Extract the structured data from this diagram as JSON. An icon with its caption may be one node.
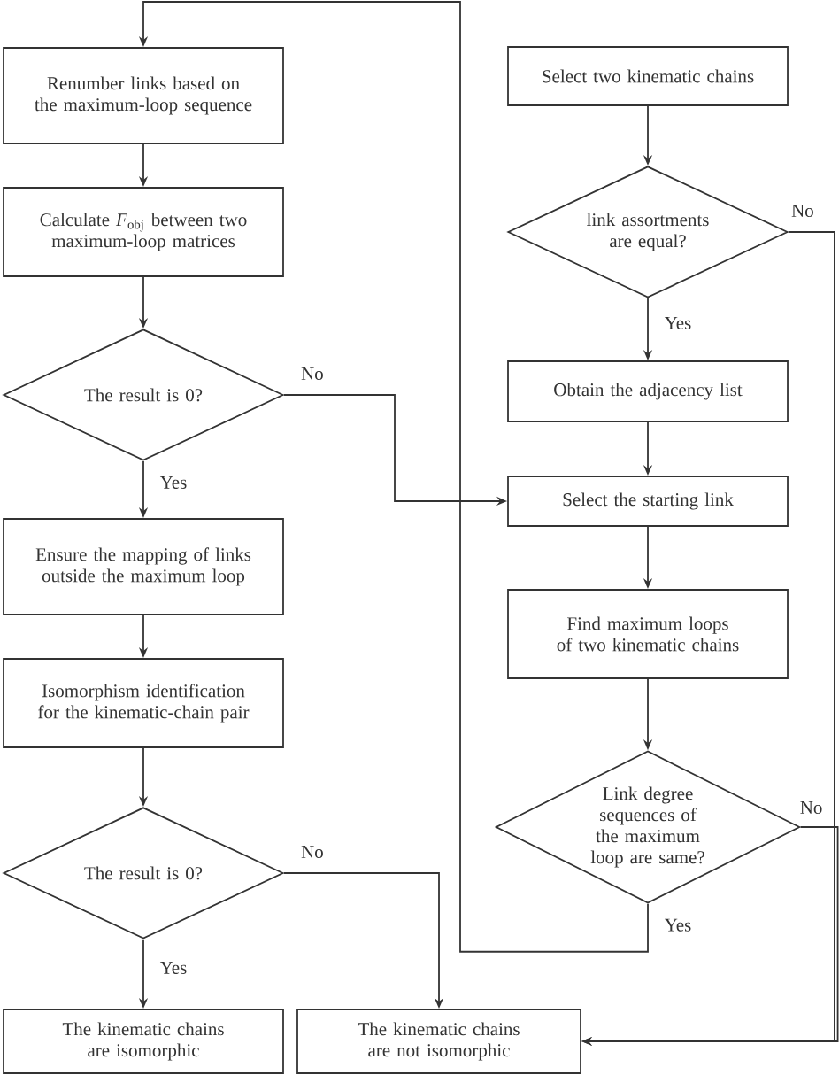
{
  "diagram": {
    "nodes": [
      {
        "text": [
          "Renumber links based on the maximum-loop sequence"
        ]
      },
      {
        "text": [
          "Calculate *F*$_{obj}$ between two maximum-loop matrices"
        ]
      },
      {
        "text": [
          "The result is 0?"
        ]
      },
      {
        "text": [
          "Ensure the mapping of links outside the maximum loop"
        ]
      },
      {
        "text": [
          "Isomorphism identification for the kinematic-chain pair"
        ]
      },
      {
        "text": [
          "The result is 0?"
        ]
      },
      {
        "text": [
          "The kinematic chains are isomorphic"
        ]
      },
      {
        "text": [
          "The kinematic chains are not isomorphic"
        ]
      },
      {
        "text": [
          "Select two kinematic chains"
        ]
      },
      {
        "text": [
          "link assortments are equal?"
        ]
      },
      {
        "text": [
          "Obtain the adjacency list"
        ]
      },
      {
        "text": [
          "Select the starting link"
        ]
      },
      {
        "text": [
          "Find maximum loops of two kinematic chains"
        ]
      },
      {
        "text": [
          "Link degree sequences of the maximum loop are same?"
        ]
      }
    ],
    "edges": [
      {
        "from": 0,
        "to": 1,
        "arrow": "to"
      },
      {
        "from": 1,
        "to": 2,
        "arrow": "to"
      },
      {
        "from": 2,
        "to": 3,
        "arrow": "to",
        "label": "Yes"
      },
      {
        "from": 3,
        "to": 4,
        "arrow": "to"
      },
      {
        "from": 4,
        "to": 5,
        "arrow": "to"
      },
      {
        "from": 5,
        "to": 6,
        "arrow": "to",
        "label": "Yes"
      },
      {
        "from": 5,
        "to": 7,
        "arrow": "to",
        "label": "No"
      },
      {
        "from": 8,
        "to": 9,
        "arrow": "to"
      },
      {
        "from": 9,
        "to": 10,
        "arrow": "to",
        "label": "Yes"
      },
      {
        "from": 10,
        "to": 11,
        "arrow": "to"
      },
      {
        "from": 2,
        "to": 11,
        "arrow": "to",
        "label": "No"
      },
      {
        "from": 11,
        "to": 12,
        "arrow": "to"
      },
      {
        "from": 12,
        "to": 13,
        "arrow": "to"
      },
      {
        "from": 13,
        "to": 0,
        "arrow": "to",
        "label": "Yes"
      },
      {
        "from": 9,
        "to": 7,
        "arrow": "to",
        "label": "No"
      },
      {
        "from": 13,
        "to": 7,
        "arrow": "to",
        "label": "No"
      }
    ]
  }
}
